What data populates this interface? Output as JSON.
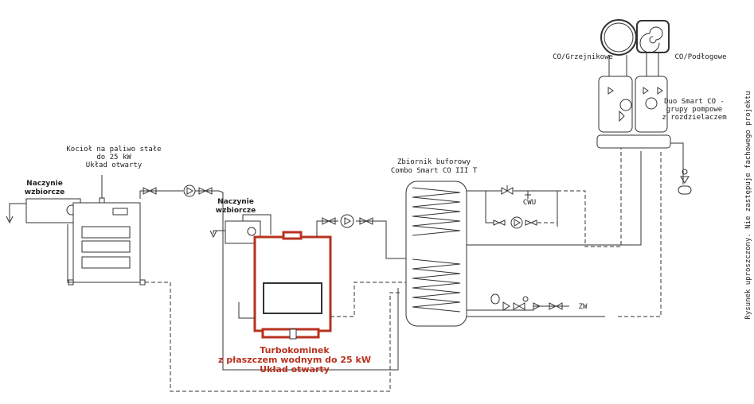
{
  "expansion_vessel_left": {
    "line1": "Naczynie",
    "line2": "wzbiorcze"
  },
  "solid_fuel_boiler": {
    "line1": "Kocioł na paliwo stałe",
    "line2": "do 25 kW",
    "line3": "Układ otwarty"
  },
  "expansion_vessel_mid": {
    "line1": "Naczynie",
    "line2": "wzbiorcze"
  },
  "fireplace": {
    "line1": "Turbokominek",
    "line2": "z płaszczem wodnym do 25 kW",
    "line3": "Układ otwarty"
  },
  "buffer_tank": {
    "line1": "Zbiornik buforowy",
    "line2": "Combo Smart CO III T"
  },
  "cwu_label": "CWU",
  "zw_label": "ZW",
  "radiator_circuit": "CO/Grzejnikowe",
  "floor_circuit": "CO/Podłogowe",
  "pump_group": {
    "line1": "Duo Smart CO -",
    "line2": "grupy pompowe",
    "line3": "z rozdzielaczem"
  },
  "disclaimer": "Rysunek uproszczony. Nie zastępuje fachowego projektu",
  "colors": {
    "accent": "#b8321f",
    "line": "#333333"
  }
}
